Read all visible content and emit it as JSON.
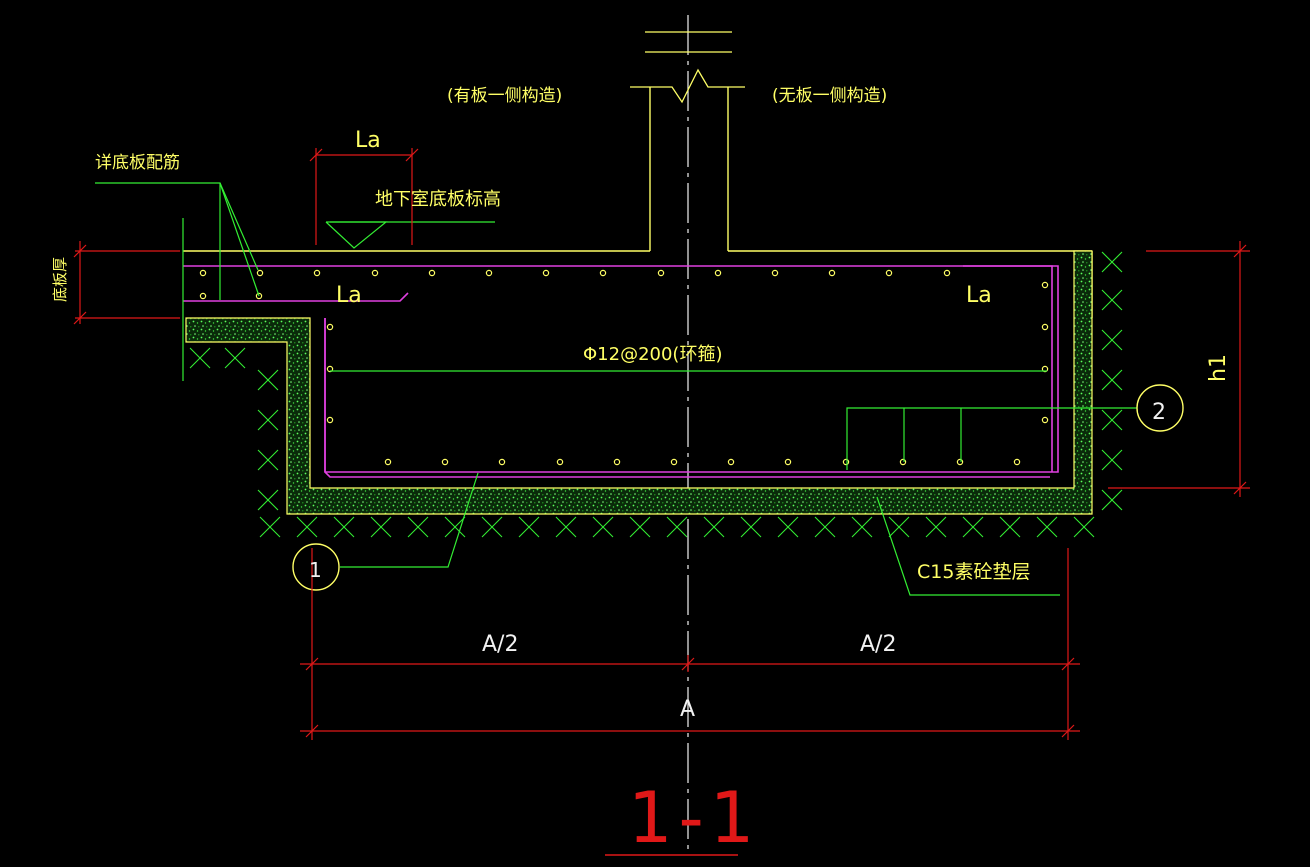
{
  "labels": {
    "left_side": "(有板一侧构造)",
    "right_side": "(无板一侧构造)",
    "la_top": "La",
    "la_left": "La",
    "la_right": "La",
    "bottom_slab_rebar": "详底板配筋",
    "basement_elevation": "地下室底板标高",
    "slab_thickness": "底板厚",
    "stirrup": "Φ12@200(环箍)",
    "h1": "h1",
    "cushion": "C15素砼垫层",
    "half_a_left": "A/2",
    "half_a_right": "A/2",
    "a_total": "A",
    "section_title": "1-1",
    "callout_1": "1",
    "callout_2": "2"
  },
  "colors": {
    "background": "#000000",
    "wall_line": "#ffff66",
    "rebar": "#e040e0",
    "leader": "#33ee33",
    "dimension": "#e01818",
    "centerline": "#f2f2f2",
    "concrete_fill": "#22c822",
    "soil_hatch": "#33ee33"
  }
}
